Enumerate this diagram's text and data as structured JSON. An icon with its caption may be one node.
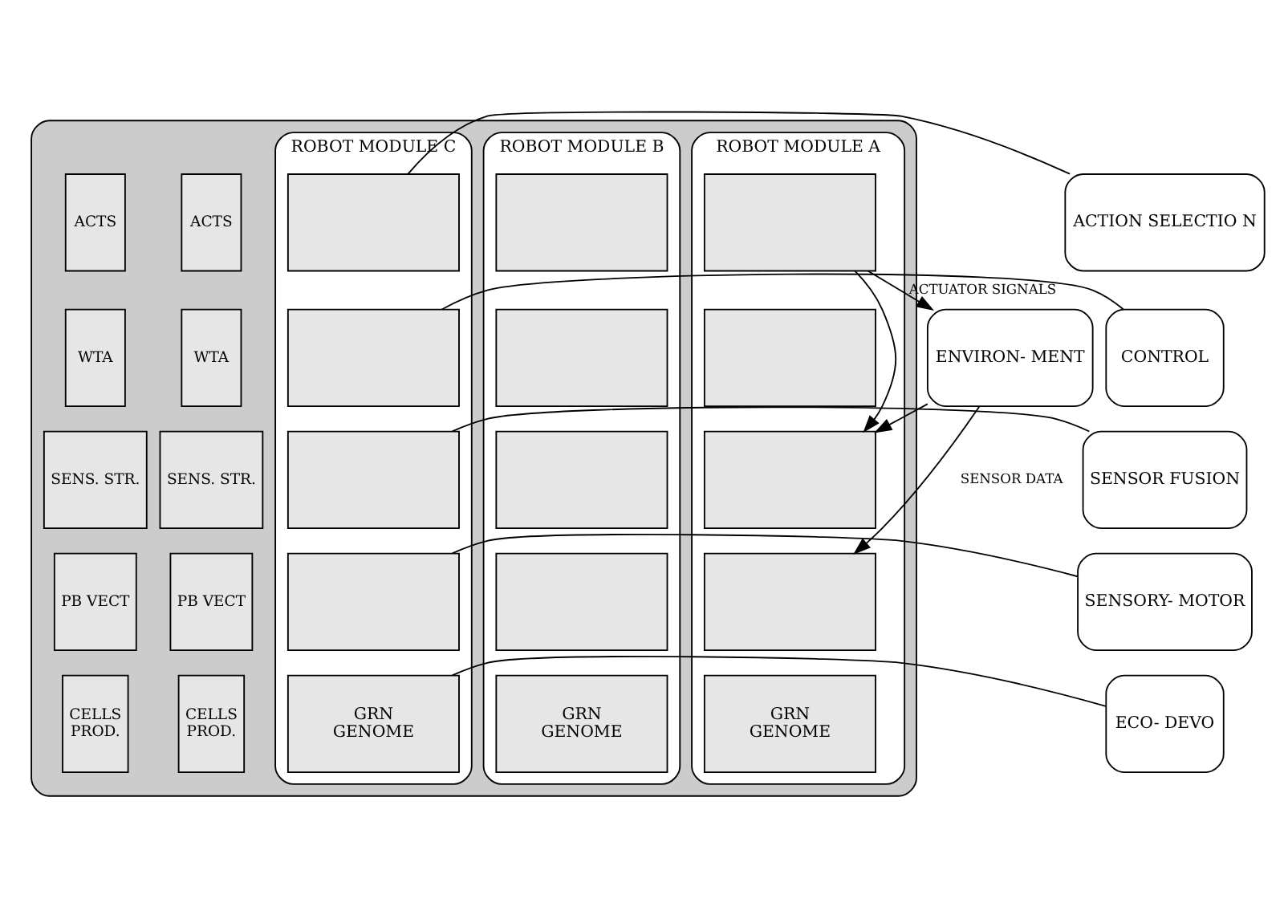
{
  "diagram": {
    "nodes": [
      {
        "text": [],
        "shape": "box"
      },
      {
        "text": [
          "ROBOT MODULE A"
        ],
        "in": 0
      },
      {
        "text": [],
        "shape": "box",
        "in": 1
      },
      {
        "text": [],
        "shape": "box",
        "in": 1
      },
      {
        "text": [],
        "shape": "box",
        "in": 1
      },
      {
        "text": [],
        "shape": "box",
        "in": 1
      },
      {
        "text": [
          "GRN",
          "GENOME"
        ],
        "in": 1
      },
      {
        "text": [
          "ROBOT MODULE B"
        ],
        "in": 0
      },
      {
        "text": [],
        "shape": "box",
        "in": 7
      },
      {
        "text": [],
        "shape": "box",
        "in": 7
      },
      {
        "text": [],
        "shape": "box",
        "in": 7
      },
      {
        "text": [],
        "shape": "box",
        "in": 7
      },
      {
        "text": [
          "GRN",
          "GENOME"
        ],
        "in": 7
      },
      {
        "text": [
          "ROBOT MODULE C"
        ],
        "in": 0
      },
      {
        "text": [],
        "shape": "box",
        "in": 13
      },
      {
        "text": [],
        "shape": "box",
        "in": 13
      },
      {
        "text": [],
        "shape": "box",
        "in": 13
      },
      {
        "text": [],
        "shape": "box",
        "in": 13
      },
      {
        "text": [
          "GRN",
          "GENOME"
        ],
        "in": 13
      },
      {
        "text": [
          "ACTS"
        ],
        "in": 0
      },
      {
        "text": [
          "WTA"
        ],
        "in": 0
      },
      {
        "text": [
          "SENS. STR."
        ],
        "in": 0
      },
      {
        "text": [
          "PB VECT"
        ],
        "in": 0
      },
      {
        "text": [
          "CELLS",
          "PROD."
        ],
        "in": 0
      },
      {
        "text": [
          "ACTS"
        ],
        "in": 0
      },
      {
        "text": [
          "WTA"
        ],
        "in": 0
      },
      {
        "text": [
          "SENS. STR."
        ],
        "in": 0
      },
      {
        "text": [
          "PB VECT"
        ],
        "in": 0
      },
      {
        "text": [
          "CELLS",
          "PROD."
        ],
        "in": 0
      },
      {
        "text": [
          "ENVIRON- MENT"
        ]
      },
      {
        "text": [
          "ACTION SELECTIO N"
        ]
      },
      {
        "text": [
          "CONTROL"
        ]
      },
      {
        "text": [
          "SENSOR FUSION"
        ]
      },
      {
        "text": [
          "SENSORY- MOTOR"
        ]
      },
      {
        "text": [
          "ECO- DEVO"
        ]
      }
    ],
    "edges": [
      {
        "from": 2,
        "to": 29,
        "arrow": "to",
        "label": "ACTUATOR SIGNALS"
      },
      {
        "from": 2,
        "to": 4,
        "arrow": "to"
      },
      {
        "from": 29,
        "to": 4,
        "arrow": "to"
      },
      {
        "from": 29,
        "to": 5,
        "arrow": "to",
        "label": "SENSOR DATA"
      },
      {
        "from": 30,
        "to": 14,
        "arrow": "none"
      },
      {
        "from": 31,
        "to": 15,
        "arrow": "none"
      },
      {
        "from": 32,
        "to": 16,
        "arrow": "none"
      },
      {
        "from": 33,
        "to": 17,
        "arrow": "none"
      },
      {
        "from": 34,
        "to": 18,
        "arrow": "none"
      }
    ]
  }
}
